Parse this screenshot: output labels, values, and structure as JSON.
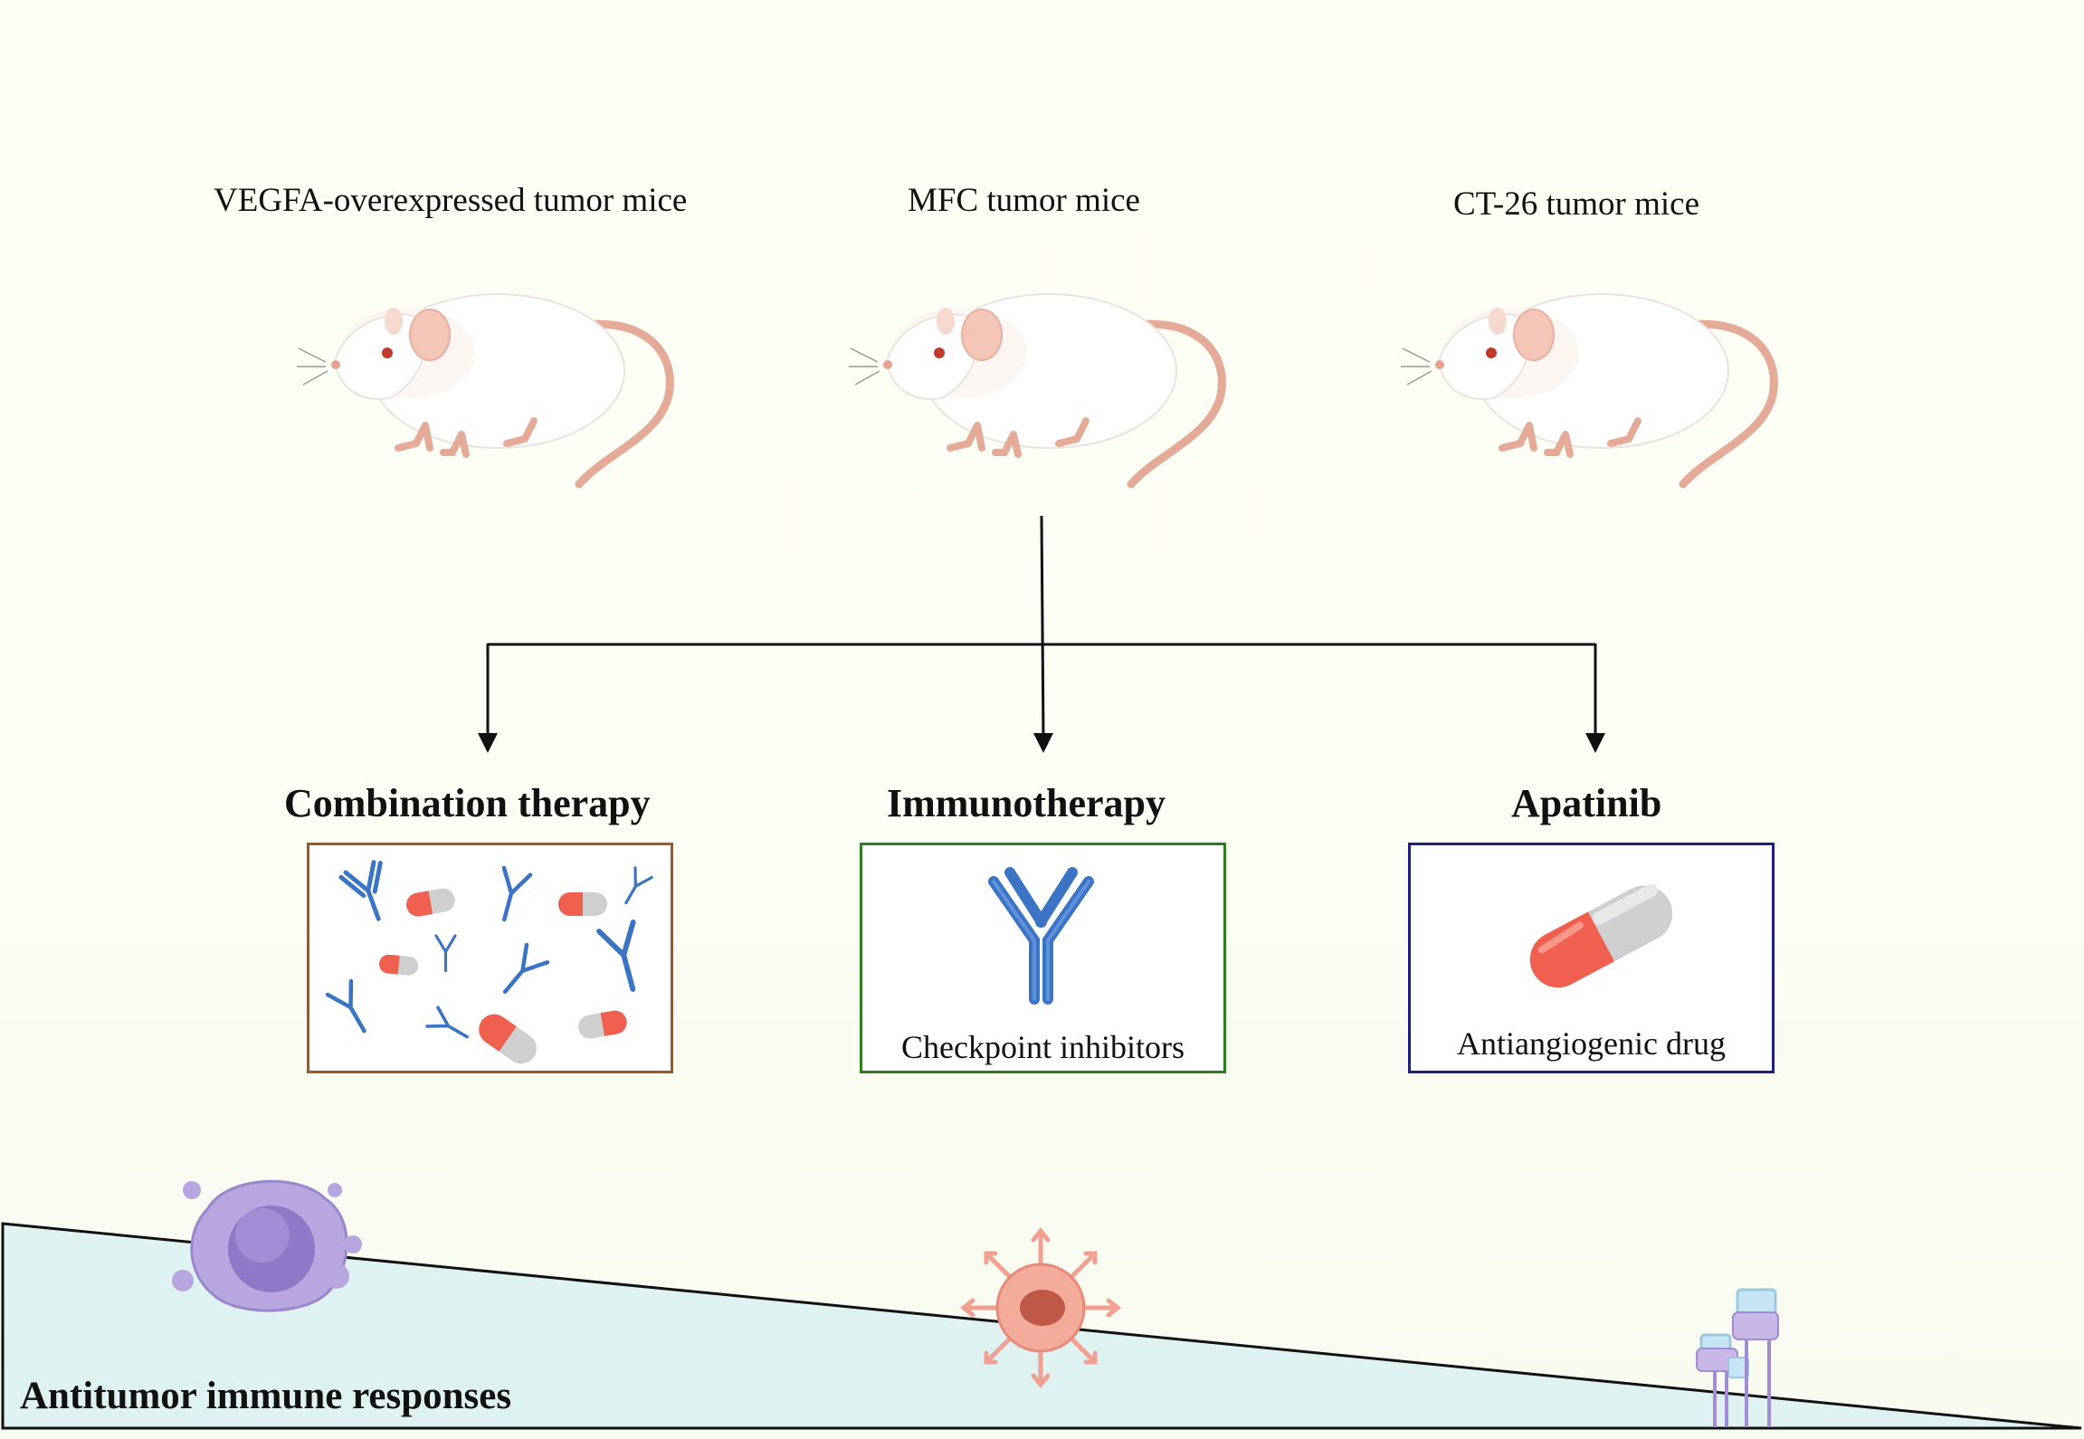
{
  "mice": [
    {
      "label": "VEGFA-overexpressed tumor mice"
    },
    {
      "label": "MFC tumor mice"
    },
    {
      "label": "CT-26 tumor mice"
    }
  ],
  "therapies": [
    {
      "title": "Combination therapy",
      "caption": "",
      "border_color": "#a0581f"
    },
    {
      "title": "Immunotherapy",
      "caption": "Checkpoint inhibitors",
      "border_color": "#2e7d1f"
    },
    {
      "title": "Apatinib",
      "caption": "Antiangiogenic drug",
      "border_color": "#1d1f7a"
    }
  ],
  "footer": {
    "label": "Antitumor immune responses"
  },
  "colors": {
    "antibody": "#3b74c4",
    "pill_red": "#f0604e",
    "pill_gray": "#cfcfcf",
    "wedge_fill": "#dff2f2",
    "macrophage": "#a48ed6",
    "dendritic": "#f2a091",
    "tcell_receptor": "#b6a5d6"
  }
}
